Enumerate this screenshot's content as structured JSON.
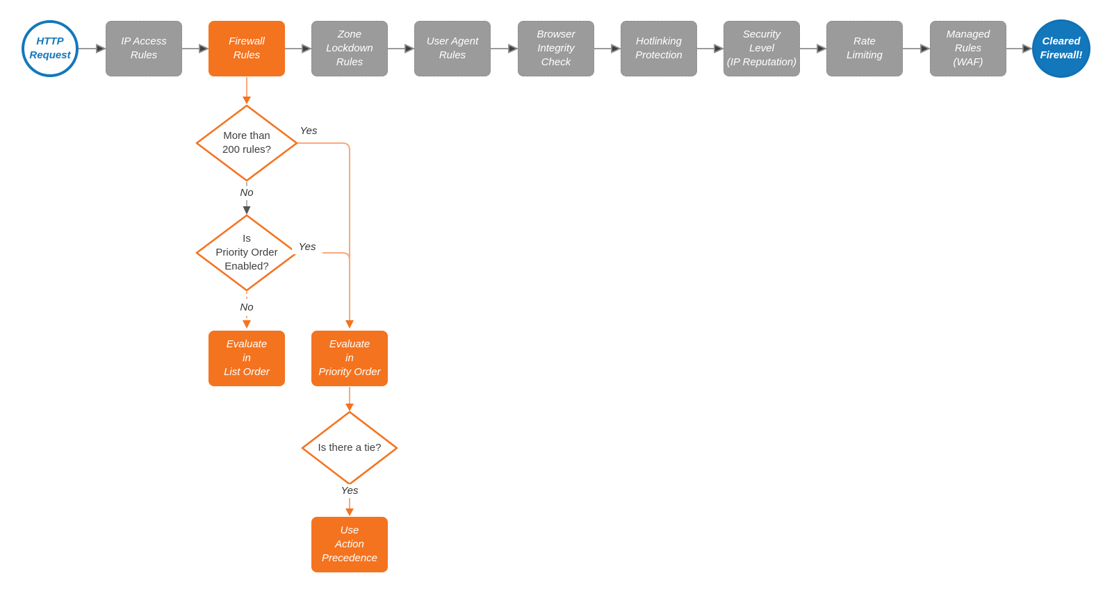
{
  "flow": {
    "start": {
      "label": "HTTP\nRequest"
    },
    "end": {
      "label": "Cleared\nFirewall!"
    },
    "pipeline": [
      {
        "label": "IP Access\nRules"
      },
      {
        "label": "Firewall\nRules"
      },
      {
        "label": "Zone\nLockdown\nRules"
      },
      {
        "label": "User Agent\nRules"
      },
      {
        "label": "Browser\nIntegrity\nCheck"
      },
      {
        "label": "Hotlinking\nProtection"
      },
      {
        "label": "Security\nLevel\n(IP Reputation)"
      },
      {
        "label": "Rate\nLimiting"
      },
      {
        "label": "Managed\nRules\n(WAF)"
      }
    ],
    "decisions": [
      {
        "label": "More than\n200 rules?",
        "yes_label": "Yes",
        "no_label": "No"
      },
      {
        "label": "Is\nPriority Order\nEnabled?",
        "yes_label": "Yes",
        "no_label": "No"
      },
      {
        "label": "Is there a tie?",
        "yes_label": "Yes"
      }
    ],
    "actions": [
      {
        "label": "Evaluate\nin\nList Order"
      },
      {
        "label": "Evaluate\nin\nPriority Order"
      },
      {
        "label": "Use\nAction\nPrecedence"
      }
    ]
  },
  "colors": {
    "orange": "#F4731F",
    "orange_light": "#F9A87C",
    "gray_node_fill": "#9B9B9B",
    "blue": "#1377BC",
    "edge_gray": "#8C8C8C",
    "arrowhead_dark": "#3F3F3F",
    "text_dark": "#3E3E3E"
  }
}
